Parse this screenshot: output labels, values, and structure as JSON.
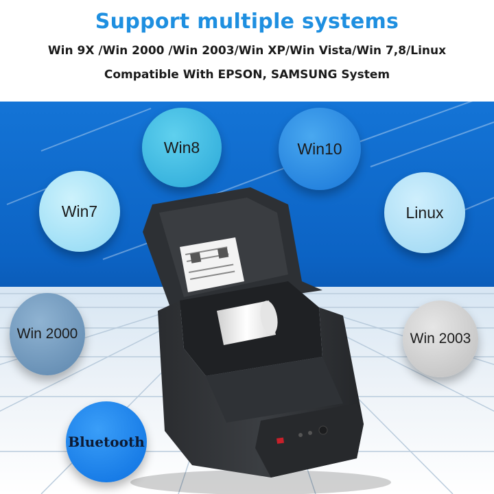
{
  "header": {
    "title": "Support multiple systems",
    "os_line": "Win 9X /Win 2000 /Win 2003/Win XP/Win Vista/Win 7,8/Linux",
    "compat_line": "Compatible With EPSON, SAMSUNG System"
  },
  "bubbles": {
    "win8": "Win8",
    "win10": "Win10",
    "win7": "Win7",
    "linux": "Linux",
    "win2000": "Win 2000",
    "win2003": "Win 2003",
    "bluetooth": "Bluetooth"
  },
  "colors": {
    "title": "#1e8fe0",
    "banner_blue": "#0f6fd0"
  }
}
